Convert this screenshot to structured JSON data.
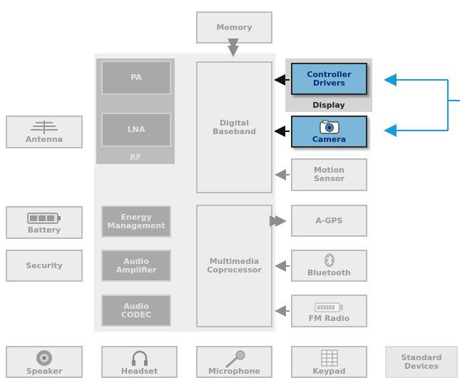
{
  "colors": {
    "highlight_fill": "#7ab7d8",
    "highlight_text": "#0d2a78",
    "callout_arrow": "#1a9ad6",
    "box_text": "#9a9a9a"
  },
  "top": {
    "memory": "Memory"
  },
  "rf": {
    "pa": "PA",
    "lna": "LNA",
    "label": "RF"
  },
  "left_gray": {
    "energy": [
      "Energy",
      "Management"
    ],
    "audio_amp": [
      "Audio",
      "Amplifier"
    ],
    "audio_codec": [
      "Audio",
      "CODEC"
    ]
  },
  "center": {
    "digital_baseband": [
      "Digital",
      "Baseband"
    ],
    "multimedia": [
      "Multimedia",
      "Coprocessor"
    ]
  },
  "display": {
    "controller_drivers": [
      "Controller",
      "Drivers"
    ],
    "label": "Display",
    "camera": "Camera"
  },
  "right": {
    "motion": [
      "Motion",
      "Sensor"
    ],
    "agps": "A-GPS",
    "bluetooth": "Bluetooth",
    "fm_radio": "FM Radio"
  },
  "left": {
    "antenna": "Antenna",
    "battery": "Battery",
    "security": "Security"
  },
  "bottom": {
    "speaker": "Speaker",
    "headset": "Headset",
    "microphone": "Microphone",
    "keypad": "Keypad",
    "standard": [
      "Standard",
      "Devices"
    ]
  },
  "icons": [
    "antenna-icon",
    "battery-icon",
    "camera-icon",
    "bluetooth-icon",
    "radio-icon",
    "speaker-icon",
    "headset-icon",
    "microphone-icon",
    "keypad-icon"
  ]
}
